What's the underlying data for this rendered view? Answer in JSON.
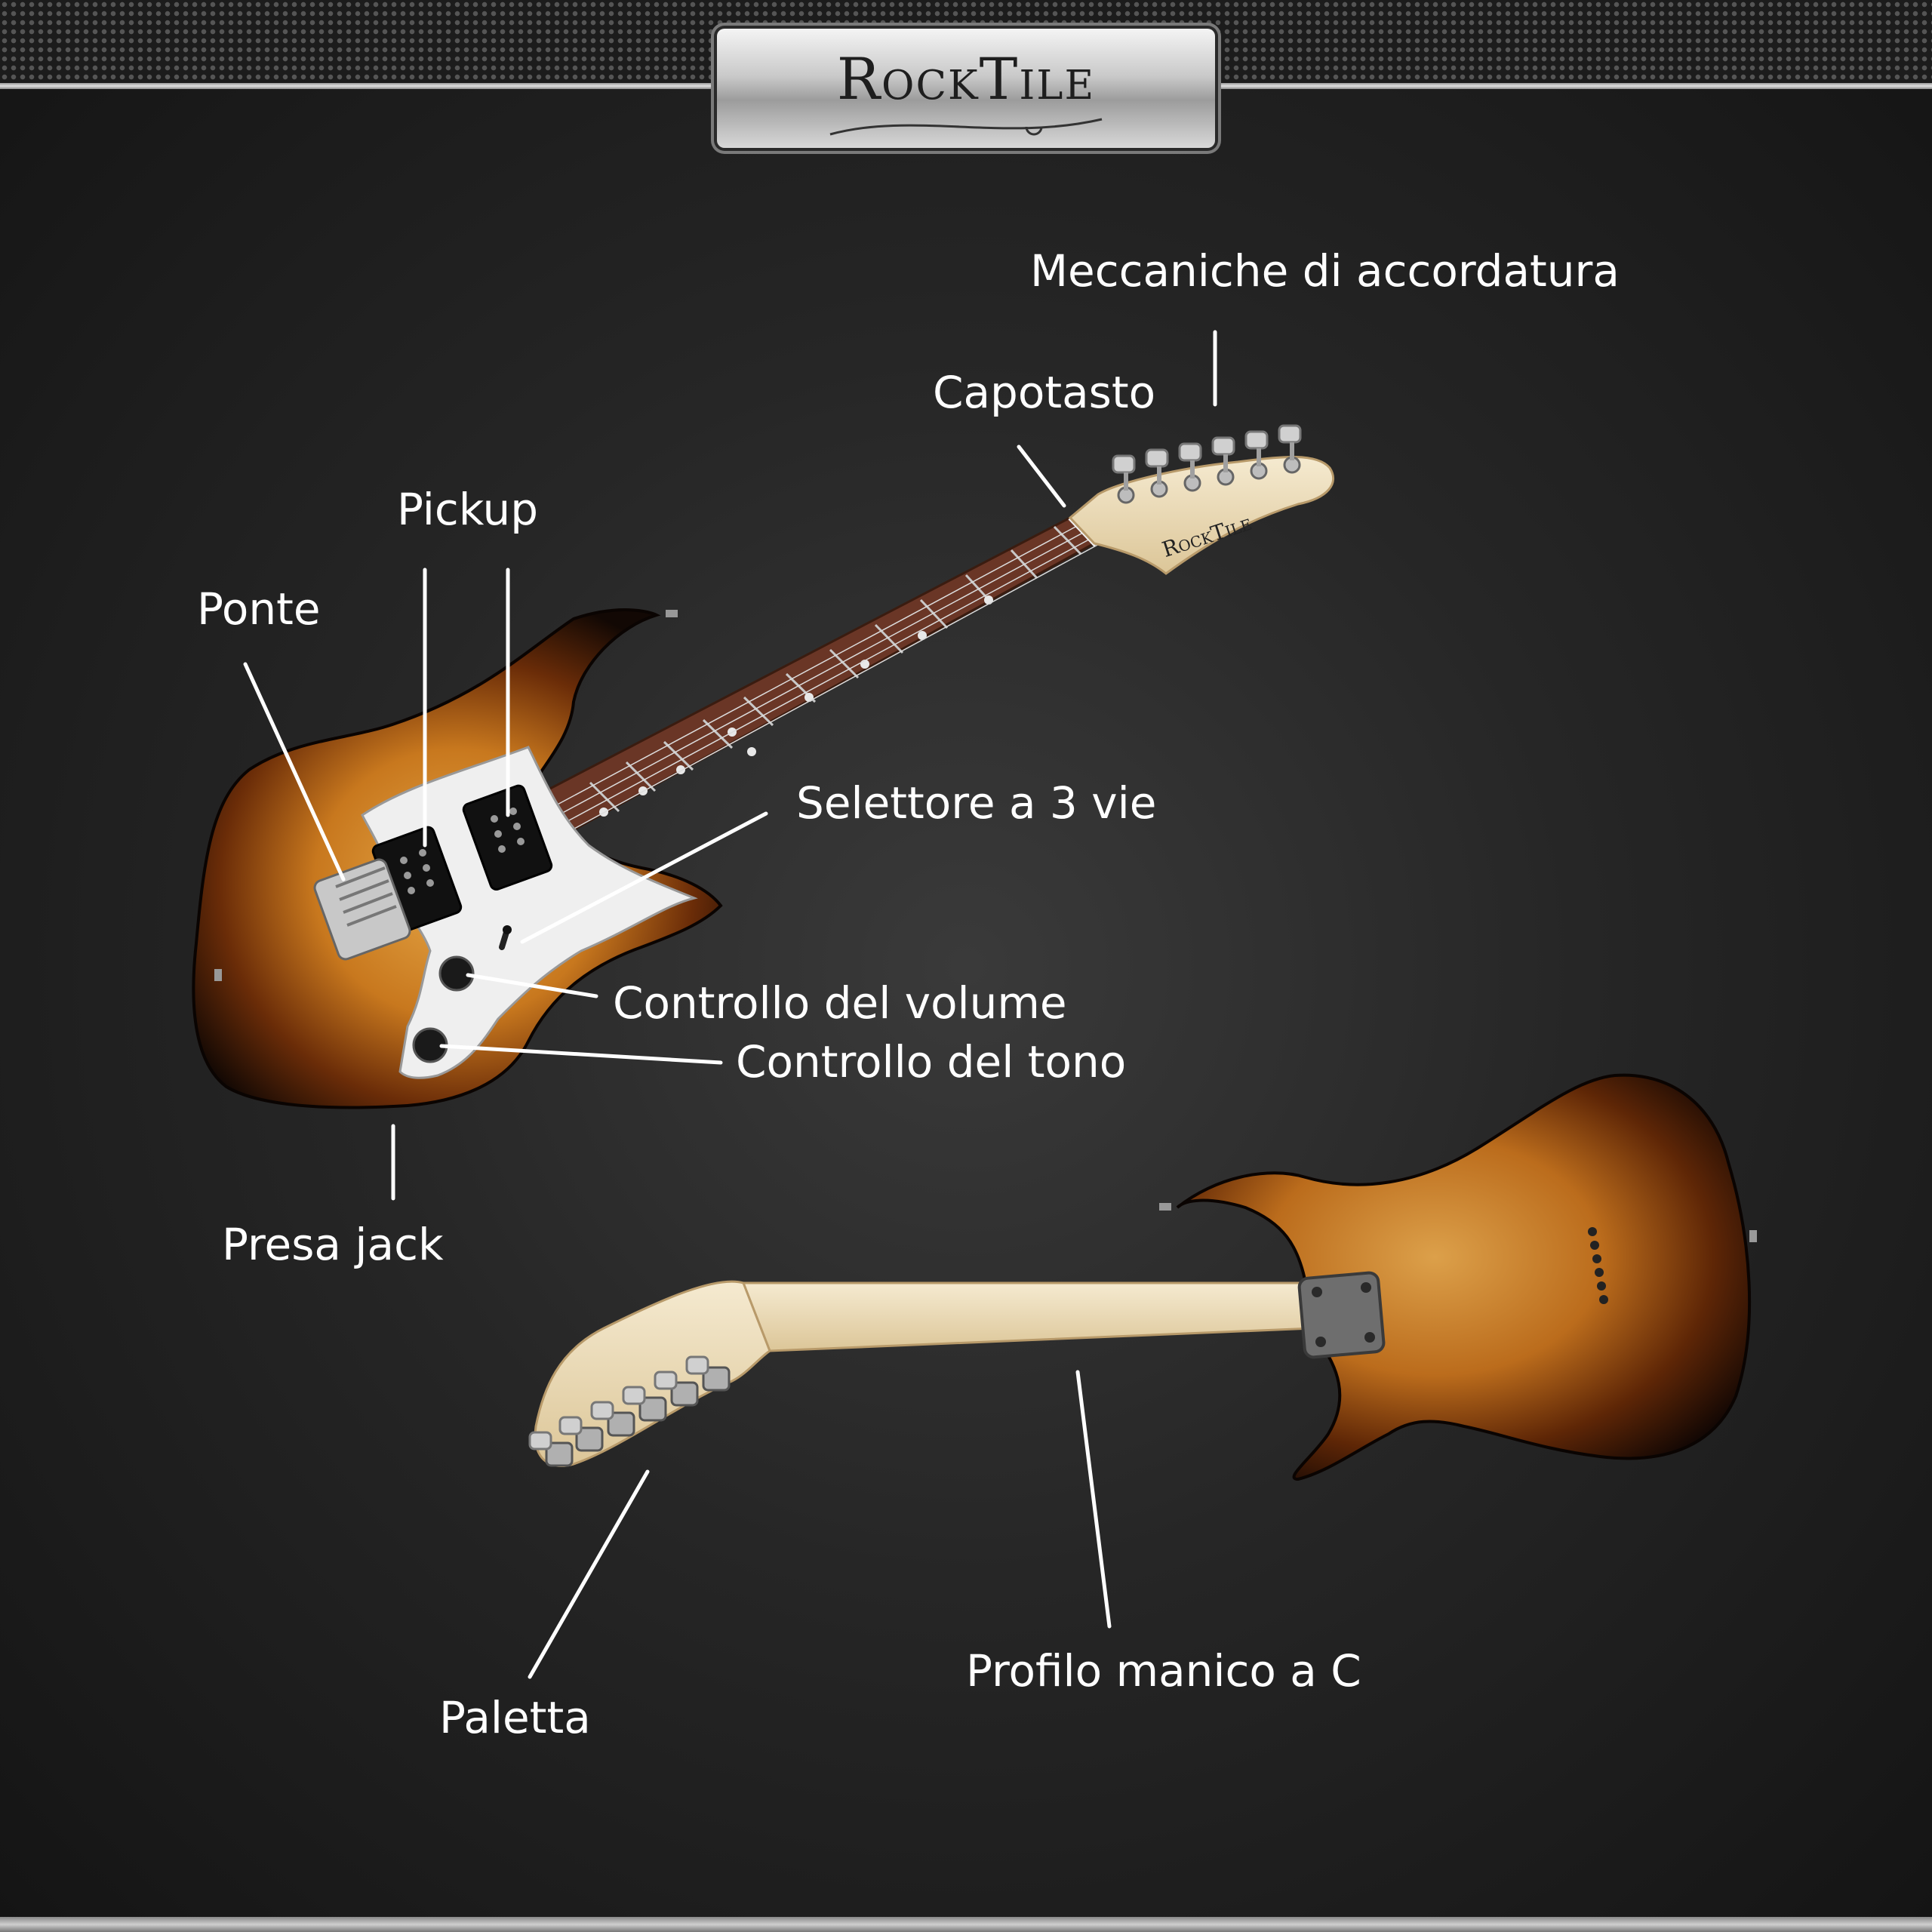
{
  "brand": {
    "name": "RockTile",
    "headstock_logo": "RockTile"
  },
  "colors": {
    "background": "#262626",
    "label_text": "#ffffff",
    "sunburst_dark": "#1a0c05",
    "sunburst_mid": "#7a3a0a",
    "sunburst_light": "#d89a3a",
    "rosewood": "#6e3a2a",
    "maple": "#ecdcb4",
    "pickguard": "#eeeeee"
  },
  "labels": {
    "tuners": "Meccaniche di accordatura",
    "nut": "Capotasto",
    "pickup": "Pickup",
    "bridge": "Ponte",
    "selector": "Selettore a 3 vie",
    "volume": "Controllo del volume",
    "tone": "Controllo del tono",
    "jack": "Presa jack",
    "neck_profile": "Profilo manico a C",
    "headstock": "Paletta"
  }
}
